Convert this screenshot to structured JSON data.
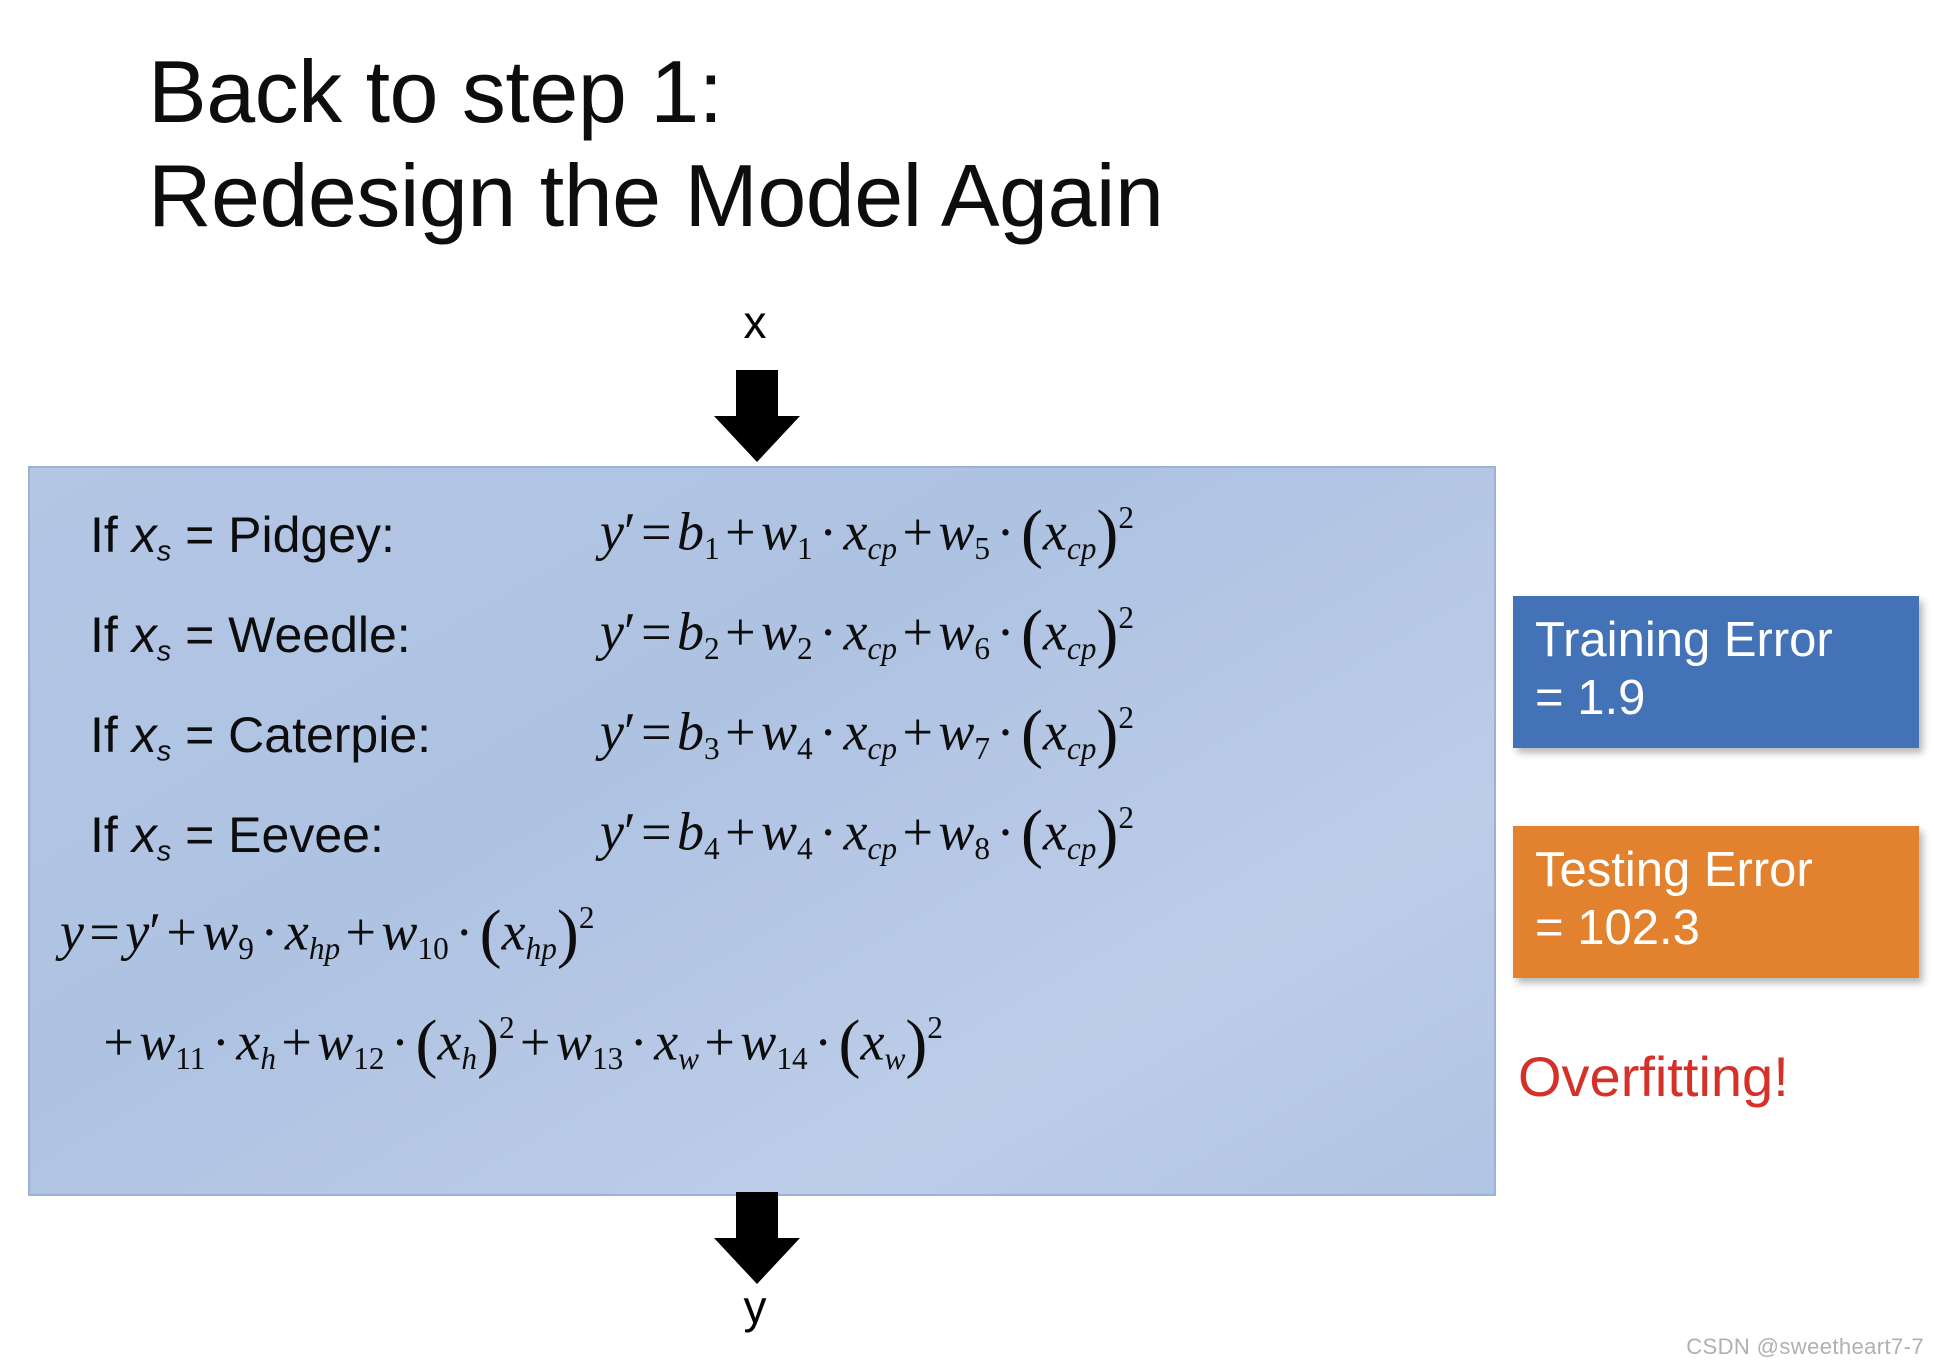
{
  "slide": {
    "title": "Back to step 1:\nRedesign the Model Again",
    "input_label": "x",
    "output_label": "y",
    "watermark": "CSDN @sweetheart7-7"
  },
  "model_box": {
    "rows": [
      {
        "condition_prefix": "If ",
        "condition_var": "x",
        "condition_sub": "s",
        "condition_suffix": " = Pidgey:",
        "bias_sub": "1",
        "linear_w_sub": "1",
        "quad_w_sub": "5",
        "feature": "cp"
      },
      {
        "condition_prefix": "If ",
        "condition_var": "x",
        "condition_sub": "s",
        "condition_suffix": " = Weedle:",
        "bias_sub": "2",
        "linear_w_sub": "2",
        "quad_w_sub": "6",
        "feature": "cp"
      },
      {
        "condition_prefix": "If ",
        "condition_var": "x",
        "condition_sub": "s",
        "condition_suffix": " = Caterpie:",
        "bias_sub": "3",
        "linear_w_sub": "4",
        "quad_w_sub": "7",
        "feature": "cp"
      },
      {
        "condition_prefix": "If ",
        "condition_var": "x",
        "condition_sub": "s",
        "condition_suffix": " = Eevee:",
        "bias_sub": "4",
        "linear_w_sub": "4",
        "quad_w_sub": "8",
        "feature": "cp"
      }
    ],
    "final_line_1": {
      "lhs": "y",
      "eq": "=",
      "yprime": "y",
      "w_a_sub": "9",
      "feat_a": "hp",
      "w_b_sub": "10",
      "feat_b": "hp"
    },
    "final_line_2": {
      "w_a_sub": "11",
      "feat_a": "h",
      "w_b_sub": "12",
      "feat_b": "h",
      "w_c_sub": "13",
      "feat_c": "w",
      "w_d_sub": "14",
      "feat_d": "w"
    }
  },
  "results": {
    "training_error": {
      "label": "Training Error\n= 1.9",
      "value": "1.9",
      "color": "#4472b6"
    },
    "testing_error": {
      "label": "Testing Error\n= 102.3",
      "value": "102.3",
      "color": "#e2822f"
    },
    "conclusion": {
      "text": "Overfitting!",
      "color": "#d63128"
    }
  }
}
